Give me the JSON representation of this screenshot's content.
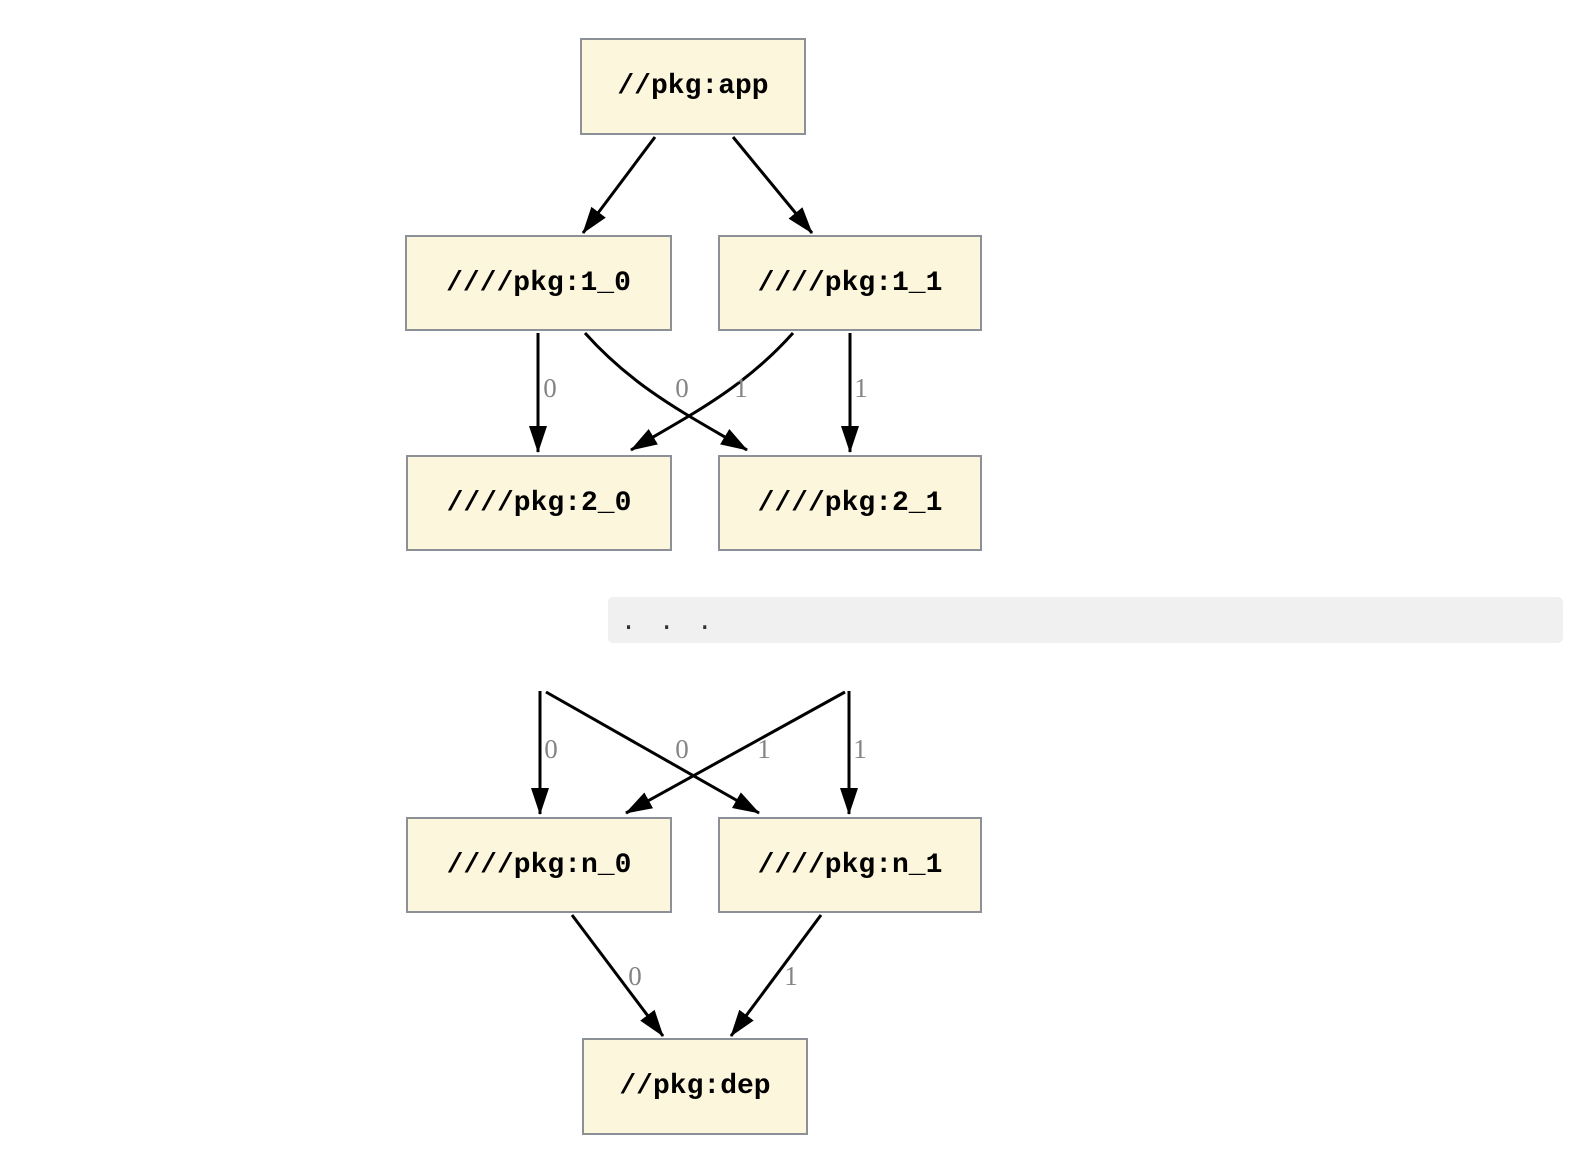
{
  "figure": {
    "kind": "dependency-graph",
    "ellipsis_text": ". . .",
    "colors": {
      "node_fill": "#fcf6dc",
      "node_border": "#8b9196",
      "edge": "#000000",
      "edge_label": "#848484",
      "code_block_bg": "#f0f0f0",
      "background": "#ffffff"
    }
  },
  "nodes": [
    {
      "id": "app",
      "label": "//pkg:app"
    },
    {
      "id": "1_0",
      "label": "////pkg:1_0"
    },
    {
      "id": "1_1",
      "label": "////pkg:1_1"
    },
    {
      "id": "2_0",
      "label": "////pkg:2_0"
    },
    {
      "id": "2_1",
      "label": "////pkg:2_1"
    },
    {
      "id": "n_0",
      "label": "////pkg:n_0"
    },
    {
      "id": "n_1",
      "label": "////pkg:n_1"
    },
    {
      "id": "dep",
      "label": "//pkg:dep"
    }
  ],
  "edges": [
    {
      "from": "//pkg:app",
      "to": "////pkg:1_0",
      "label": ""
    },
    {
      "from": "//pkg:app",
      "to": "////pkg:1_1",
      "label": ""
    },
    {
      "from": "////pkg:1_0",
      "to": "////pkg:2_0",
      "label": "0"
    },
    {
      "from": "////pkg:1_1",
      "to": "////pkg:2_0",
      "label": "0"
    },
    {
      "from": "////pkg:1_0",
      "to": "////pkg:2_1",
      "label": "1"
    },
    {
      "from": "////pkg:1_1",
      "to": "////pkg:2_1",
      "label": "1"
    },
    {
      "from": "...",
      "to": "////pkg:n_0",
      "label": "0"
    },
    {
      "from": "...",
      "to": "////pkg:n_0",
      "label": "0"
    },
    {
      "from": "...",
      "to": "////pkg:n_1",
      "label": "1"
    },
    {
      "from": "...",
      "to": "////pkg:n_1",
      "label": "1"
    },
    {
      "from": "////pkg:n_0",
      "to": "//pkg:dep",
      "label": "0"
    },
    {
      "from": "////pkg:n_1",
      "to": "//pkg:dep",
      "label": "1"
    }
  ]
}
